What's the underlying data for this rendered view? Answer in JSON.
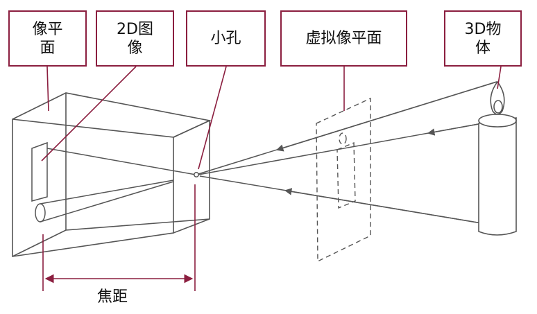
{
  "labels": {
    "image_plane": "像平\n面",
    "image_2d": "2D图\n像",
    "pinhole": "小孔",
    "virtual_image_plane": "虚拟像平面",
    "object_3d": "3D物\n体",
    "focal_length": "焦距"
  },
  "colors": {
    "label_border": "#8b1e3f",
    "drawing_line": "#555555"
  }
}
